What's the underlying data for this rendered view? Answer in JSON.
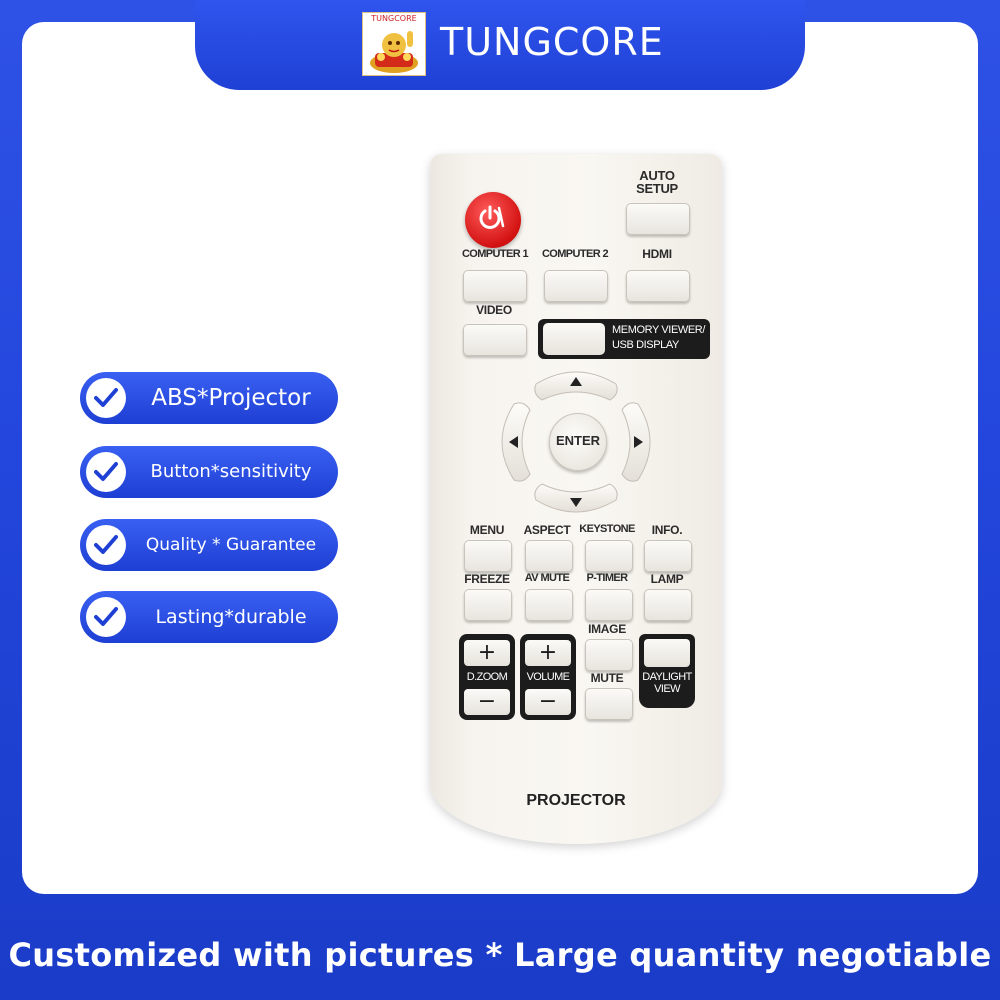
{
  "header": {
    "brand_name": "TUNGCORE",
    "logo_text": "TUNGCORE"
  },
  "features": [
    {
      "label": "ABS*Projector"
    },
    {
      "label": "Button*sensitivity"
    },
    {
      "label": "Quality * Guarantee"
    },
    {
      "label": "Lasting*durable"
    }
  ],
  "remote": {
    "auto_setup": "AUTO\nSETUP",
    "computer1": "COMPUTER 1",
    "computer2": "COMPUTER 2",
    "hdmi": "HDMI",
    "video": "VIDEO",
    "memory_viewer": "MEMORY VIEWER/",
    "usb_display": "USB DISPLAY",
    "enter": "ENTER",
    "menu": "MENU",
    "aspect": "ASPECT",
    "keystone": "KEYSTONE",
    "info": "INFO.",
    "freeze": "FREEZE",
    "av_mute": "AV MUTE",
    "p_timer": "P-TIMER",
    "lamp": "LAMP",
    "image": "IMAGE",
    "d_zoom": "D.ZOOM",
    "volume": "VOLUME",
    "mute": "MUTE",
    "daylight": "DAYLIGHT",
    "view": "VIEW",
    "plus": "+",
    "minus": "−",
    "projector": "PROJECTOR"
  },
  "banner": {
    "text": "Customized with pictures * Large quantity negotiable"
  },
  "colors": {
    "brand_blue": "#2346dc",
    "power_red": "#d31212",
    "remote_body": "#f7f4ef"
  }
}
